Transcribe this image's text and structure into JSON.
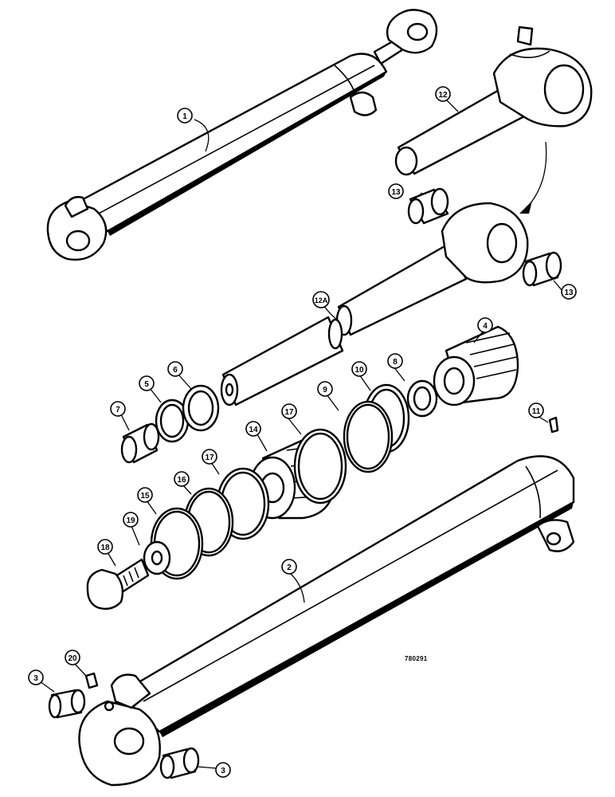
{
  "diagram": {
    "reference": "780291",
    "callouts": [
      {
        "id": "c1",
        "label": "1"
      },
      {
        "id": "c2",
        "label": "2"
      },
      {
        "id": "c3a",
        "label": "3"
      },
      {
        "id": "c3b",
        "label": "3"
      },
      {
        "id": "c4",
        "label": "4"
      },
      {
        "id": "c5",
        "label": "5"
      },
      {
        "id": "c6",
        "label": "6"
      },
      {
        "id": "c7",
        "label": "7"
      },
      {
        "id": "c8",
        "label": "8"
      },
      {
        "id": "c9",
        "label": "9"
      },
      {
        "id": "c10",
        "label": "10"
      },
      {
        "id": "c11",
        "label": "11"
      },
      {
        "id": "c12",
        "label": "12"
      },
      {
        "id": "c12a",
        "label": "12A"
      },
      {
        "id": "c13a",
        "label": "13"
      },
      {
        "id": "c13b",
        "label": "13"
      },
      {
        "id": "c14",
        "label": "14"
      },
      {
        "id": "c15",
        "label": "15"
      },
      {
        "id": "c16",
        "label": "16"
      },
      {
        "id": "c17a",
        "label": "17"
      },
      {
        "id": "c17b",
        "label": "17"
      },
      {
        "id": "c18",
        "label": "18"
      },
      {
        "id": "c19",
        "label": "19"
      },
      {
        "id": "c20",
        "label": "20"
      }
    ]
  }
}
